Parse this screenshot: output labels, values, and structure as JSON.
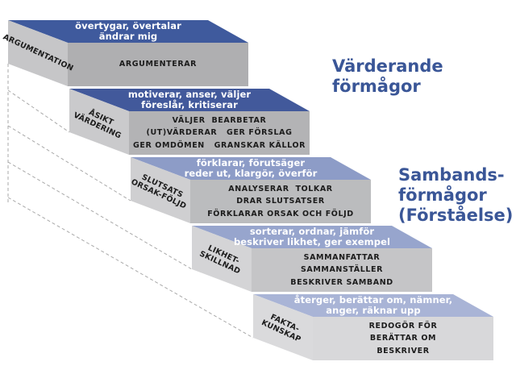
{
  "colors": {
    "background": "#FFFFFF",
    "annotation_text": "#3A5697",
    "tread_text": "#FFFFFF",
    "face_text": "#1C1C1C",
    "dashed_line": "#A9A9A9"
  },
  "steps": [
    {
      "name": "argumentation",
      "category_lines": [
        "ARGUMENTATION"
      ],
      "tread_lines": [
        "övertygar, övertalar",
        "ändrar mig"
      ],
      "front_lines": [
        "ARGUMENTERAR"
      ],
      "colors": {
        "top": "#3F5A9D",
        "front": "#AFAFB1",
        "side": "#C6C6C8"
      }
    },
    {
      "name": "asikt-vardering",
      "category_lines": [
        "ÅSIKT",
        "VÄRDERING"
      ],
      "tread_lines": [
        "motiverar, anser, väljer",
        "föreslår, kritiserar"
      ],
      "front_lines": [
        "VÄLJER  BEARBETAR",
        "(UT)VÄRDERAR   GER FÖRSLAG",
        "GER OMDÖMEN   GRANSKAR KÄLLOR"
      ],
      "colors": {
        "top": "#42599B",
        "front": "#B3B3B5",
        "side": "#CACACC"
      }
    },
    {
      "name": "slutsats-orsak-foljd",
      "category_lines": [
        "SLUTSATS",
        "ORSAK-FÖLJD"
      ],
      "tread_lines": [
        "förklarar, förutsäger",
        "reder ut, klargör, överför"
      ],
      "front_lines": [
        "ANALYSERAR  TOLKAR",
        "DRAR SLUTSATSER",
        "FÖRKLARAR ORSAK OCH FÖLJD"
      ],
      "colors": {
        "top": "#8D9CC7",
        "front": "#BBBCBE",
        "side": "#CFCFD1"
      }
    },
    {
      "name": "likhet-skillnad",
      "category_lines": [
        "LIKHET-",
        "SKILLNAD"
      ],
      "tread_lines": [
        "sorterar, ordnar, jämför",
        "beskriver likhet, ger exempel"
      ],
      "front_lines": [
        "SAMMANFATTAR",
        "SAMMANSTÄLLER",
        "BESKRIVER SAMBAND"
      ],
      "colors": {
        "top": "#97A5CD",
        "front": "#C5C5C7",
        "side": "#D4D4D6"
      }
    },
    {
      "name": "fakta-kunskap",
      "category_lines": [
        "FAKTA-",
        "KUNSKAP"
      ],
      "tread_lines": [
        "återger, berättar om, nämner,",
        "anger, räknar upp"
      ],
      "front_lines": [
        "REDOGÖR FÖR",
        "BERÄTTAR OM",
        "BESKRIVER"
      ],
      "colors": {
        "top": "#A9B4D6",
        "front": "#D8D8DA",
        "side": "#DADADC"
      }
    }
  ],
  "annotations": [
    {
      "name": "varderande-formagor",
      "lines": [
        "Värderande",
        "förmågor"
      ]
    },
    {
      "name": "sambands-formagor",
      "lines": [
        "Sambands-",
        "förmågor",
        "(Förståelse)"
      ]
    }
  ]
}
